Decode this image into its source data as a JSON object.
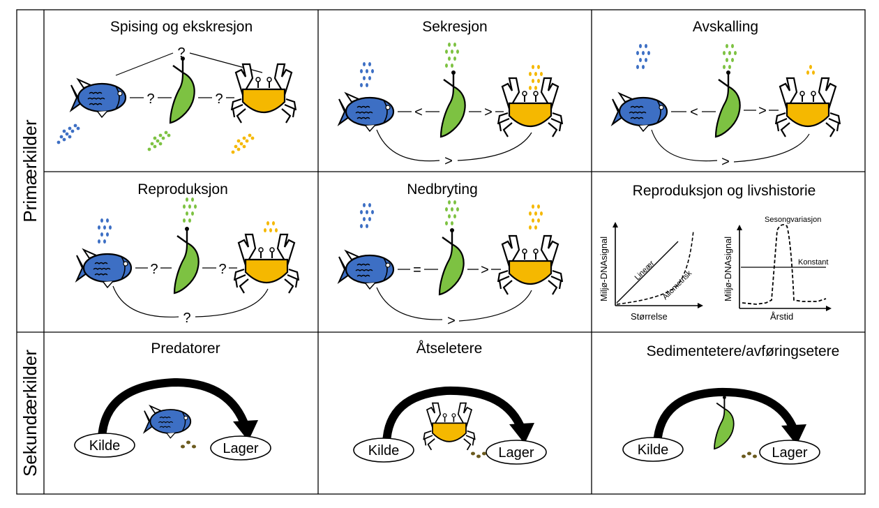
{
  "row_labels": {
    "primary": "Primærkilder",
    "secondary": "Sekundærkilder"
  },
  "panels": {
    "spising": {
      "title": "Spising og ekskresjon",
      "op_fish_plant": "?",
      "op_plant_crab": "?",
      "op_fish_crab": "?"
    },
    "sekresjon": {
      "title": "Sekresjon",
      "op_fish_plant": "<",
      "op_plant_crab": ">",
      "op_fish_crab": ">"
    },
    "avskalling": {
      "title": "Avskalling",
      "op_fish_plant": "<",
      "op_plant_crab": ">",
      "op_fish_crab": ">"
    },
    "reproduksjon": {
      "title": "Reproduksjon",
      "op_fish_plant": "?",
      "op_plant_crab": "?",
      "op_fish_crab": "?"
    },
    "nedbryting": {
      "title": "Nedbryting",
      "op_fish_plant": "=",
      "op_plant_crab": ">",
      "op_fish_crab": ">"
    },
    "livshistorie": {
      "title": "Reproduksjon og livshistorie",
      "left_plot": {
        "ylabel": "Miljø-DNAsignal",
        "xlabel": "Størrelse",
        "line_label": "Lineær",
        "curve_label": "Allometrisk"
      },
      "right_plot": {
        "ylabel": "Miljø-DNAsignal",
        "xlabel": "Årstid",
        "peak_label": "Sesongvariasjon",
        "flat_label": "Konstant"
      }
    },
    "predatorer": {
      "title": "Predatorer",
      "source": "Kilde",
      "sink": "Lager"
    },
    "atseletere": {
      "title": "Åtseletere",
      "source": "Kilde",
      "sink": "Lager"
    },
    "sedimentetere": {
      "title": "Sedimentetere/avføringsetere",
      "source": "Kilde",
      "sink": "Lager"
    }
  },
  "colors": {
    "fish": "#3d6fc4",
    "plant": "#7dc242",
    "crab": "#f5b800",
    "fish_dots": "#3d6fc4",
    "plant_dots": "#7dc242",
    "crab_dots": "#f5b800",
    "feces": "#6b5a1e"
  }
}
